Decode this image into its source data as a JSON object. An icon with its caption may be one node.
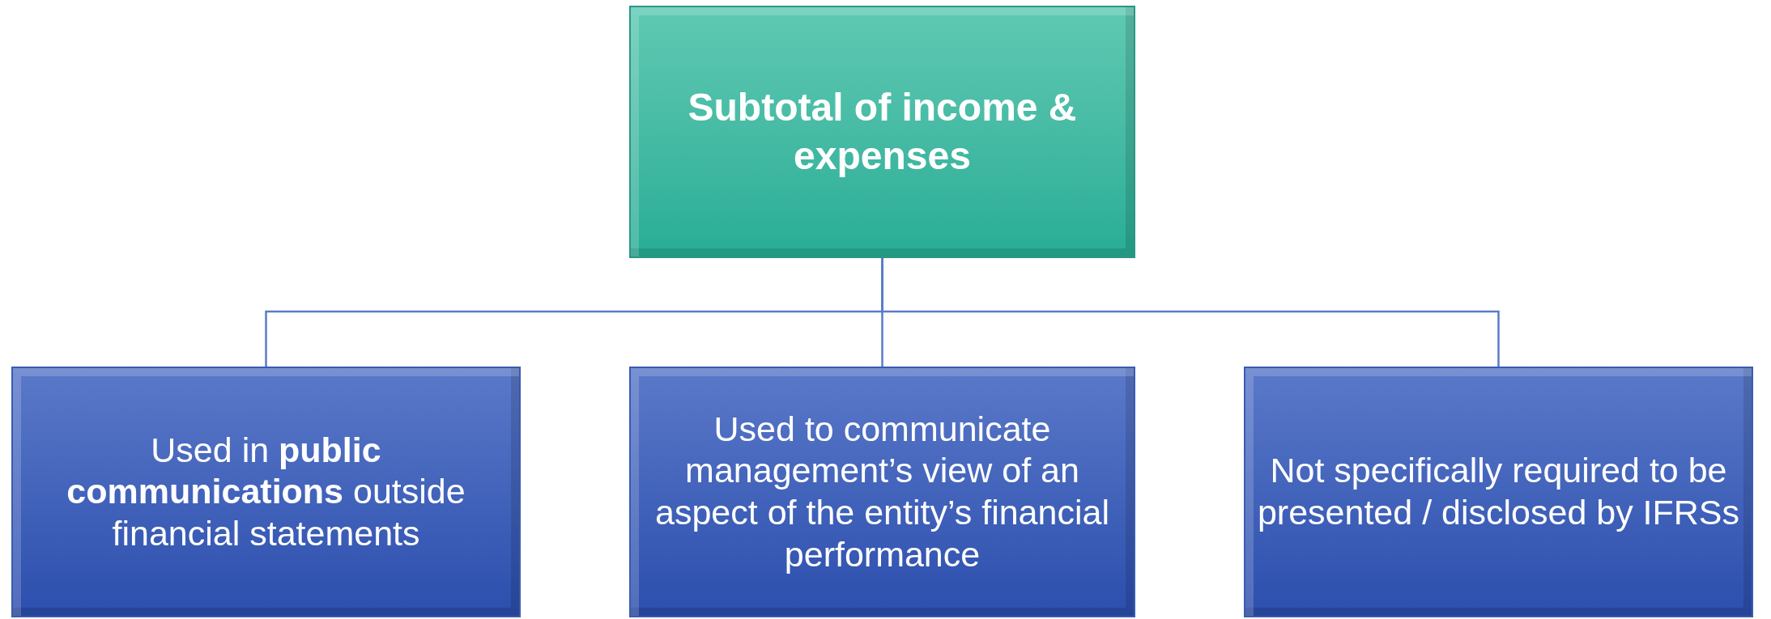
{
  "diagram": {
    "nodes": [
      {
        "text": [
          "Subtotal of income & expenses"
        ]
      },
      {
        "text": [
          "Used in **public communications** outside financial statements"
        ]
      },
      {
        "text": [
          "Used to communicate management’s view of an aspect of the entity’s financial performance"
        ]
      },
      {
        "text": [
          "Not specifically required to be presented / disclosed by IFRSs"
        ]
      }
    ],
    "edges": [
      {
        "from": 0,
        "to": 1,
        "arrow": "none"
      },
      {
        "from": 0,
        "to": 2,
        "arrow": "none"
      },
      {
        "from": 0,
        "to": 3,
        "arrow": "none"
      }
    ]
  }
}
